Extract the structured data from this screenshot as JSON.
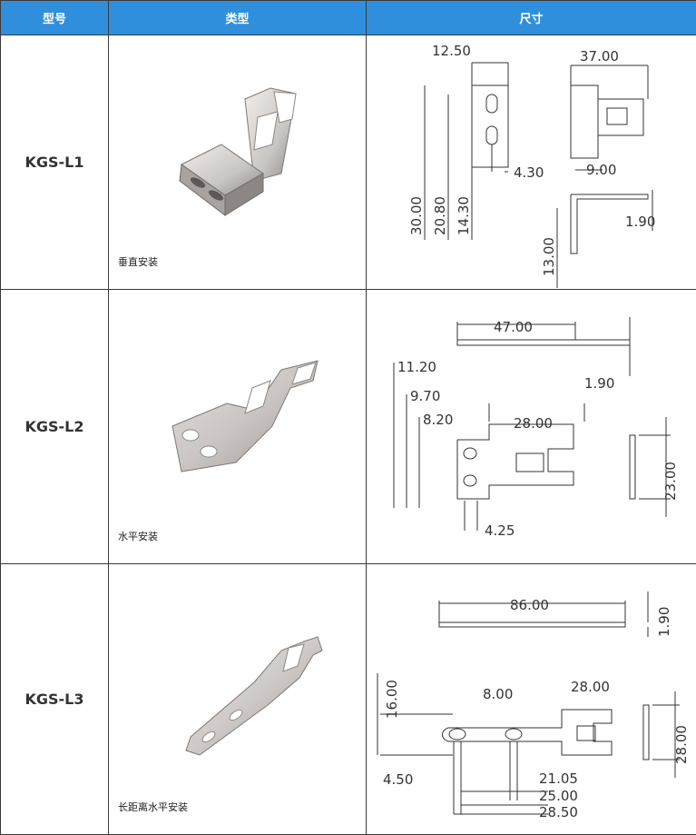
{
  "header": {
    "model": "型号",
    "type": "类型",
    "size": "尺寸"
  },
  "colors": {
    "header_bg": "#2f8fdc",
    "metal_light": "#e6e4e2",
    "metal_dark": "#8c8784",
    "line": "#333333"
  },
  "rows": [
    {
      "model": "KGS-L1",
      "caption": "垂直安装",
      "dims": {
        "d1": "12.50",
        "d2": "37.00",
        "d3": "4.30",
        "d4": "9.00",
        "d5": "30.00",
        "d6": "20.80",
        "d7": "14.30",
        "d8": "1.90",
        "d9": "13.00"
      }
    },
    {
      "model": "KGS-L2",
      "caption": "水平安装",
      "dims": {
        "d1": "47.00",
        "d2": "1.90",
        "d3": "11.20",
        "d4": "9.70",
        "d5": "8.20",
        "d6": "28.00",
        "d7": "23.00",
        "d8": "4.25"
      }
    },
    {
      "model": "KGS-L3",
      "caption": "长距离水平安装",
      "dims": {
        "d1": "86.00",
        "d2": "1.90",
        "d3": "16.00",
        "d4": "8.00",
        "d5": "28.00",
        "d6": "28.00",
        "d7": "4.50",
        "d8": "21.05",
        "d9": "25.00",
        "d10": "28.50"
      }
    }
  ]
}
